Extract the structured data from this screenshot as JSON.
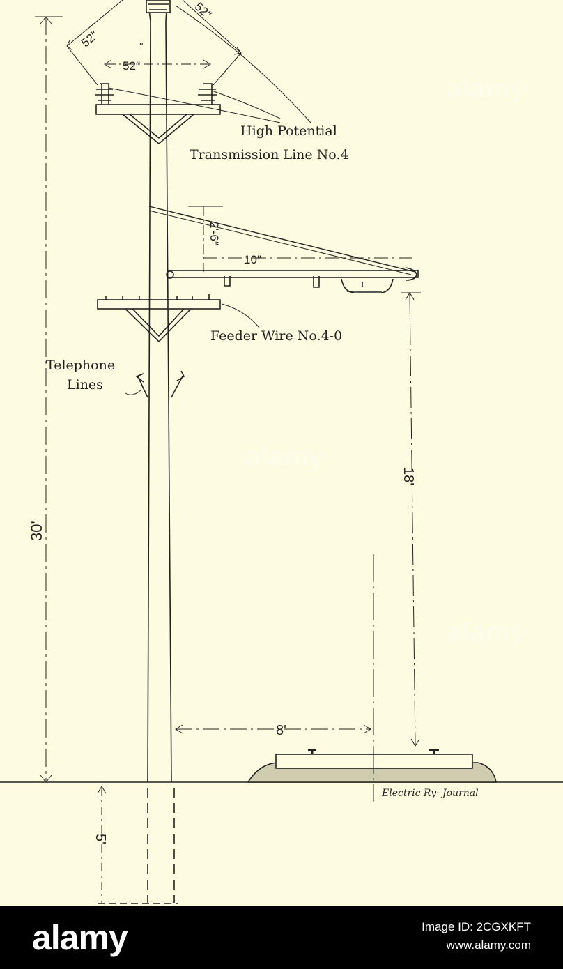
{
  "labels": {
    "high_potential_line1": "High Potential",
    "high_potential_line2": "Transmission Line No.4",
    "feeder_wire": "Feeder Wire No.4-0",
    "telephone_line1": "Telephone",
    "telephone_line2": "Lines",
    "credit": "Electric Ry· Journal"
  },
  "dimensions": {
    "top_left_diagonal": "52″",
    "top_right_diagonal": "52″",
    "crossarm_spacing": "52″",
    "top_small": "″",
    "bracket_drop": "2ʹ-6″",
    "bracket_length": "10″",
    "trolley_height": "18ʹ",
    "pole_height": "30ʹ",
    "track_offset": "8ʹ",
    "ground_depth": "5ʹ"
  },
  "watermarks": [
    "alamy",
    "alamy",
    "alamy"
  ],
  "footer": {
    "logo": "alamy",
    "image_id": "Image ID: 2CGXKFT",
    "site": "www.alamy.com"
  },
  "colors": {
    "paper": "#fdfbe0",
    "ink": "#222222",
    "footer_bg": "#000000"
  }
}
